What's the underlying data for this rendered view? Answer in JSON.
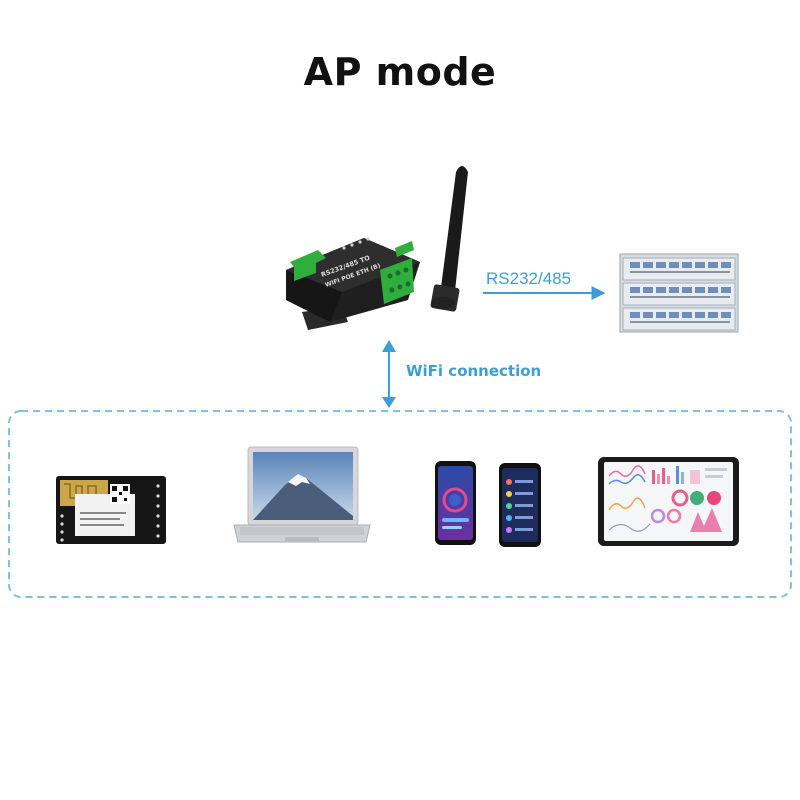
{
  "title": "AP mode",
  "links": {
    "serial_label": "RS232/485",
    "wifi_label": "WiFi connection"
  },
  "gateway": {
    "icon": "rs232-485-to-wifi-poe-eth-gateway-icon",
    "case_label_line1": "RS232/485 TO",
    "case_label_line2": "WIFI POE ETH (B)"
  },
  "server": {
    "icon": "rack-server-icon"
  },
  "clients": [
    {
      "icon": "wifi-uart-module-icon"
    },
    {
      "icon": "laptop-icon"
    },
    {
      "icon": "smartphones-icon"
    },
    {
      "icon": "tablet-dashboard-icon"
    }
  ],
  "colors": {
    "accent": "#3a9fd9",
    "connector_green": "#2fae3e",
    "device_dark": "#1d1d1d",
    "dash_border": "#7fc0e6"
  }
}
